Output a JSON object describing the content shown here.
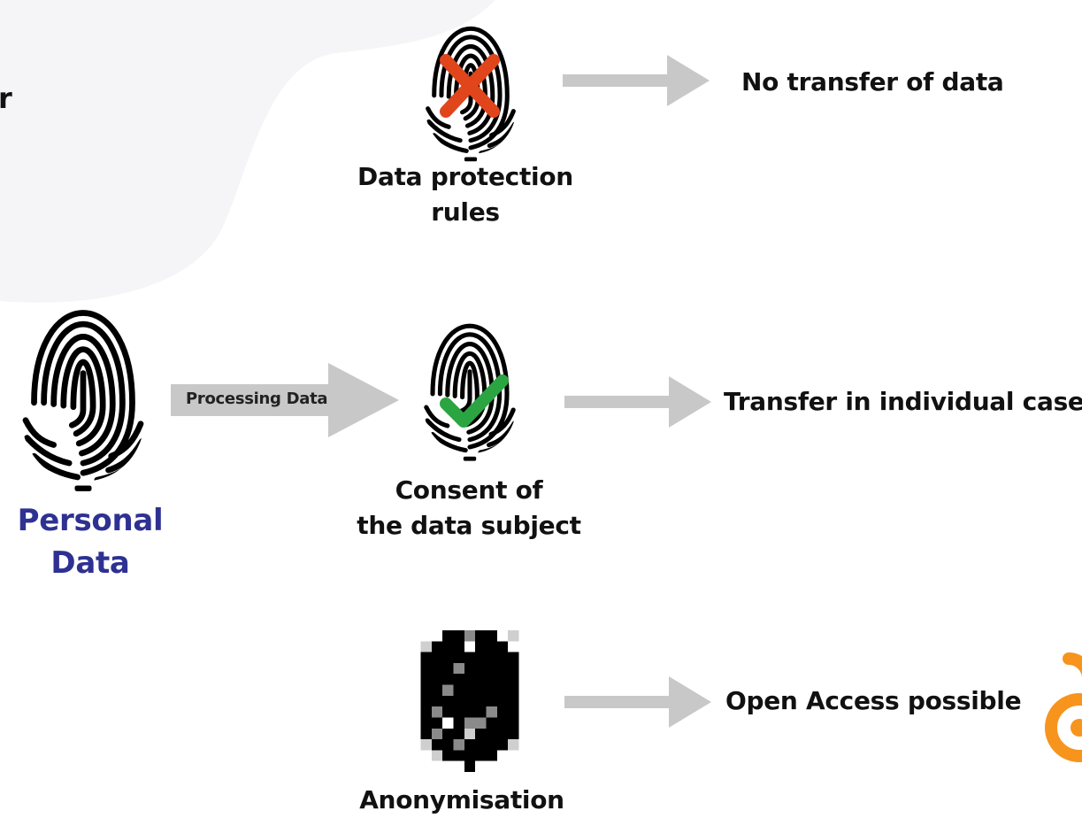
{
  "partial_text_left_edge": "r",
  "source": {
    "label_line1": "Personal",
    "label_line2": "Data",
    "label_color": "#2e3192",
    "icon": "fingerprint-icon"
  },
  "processing_arrow": {
    "label": "Processing Data"
  },
  "branches": [
    {
      "id": "protection",
      "icon": "fingerprint-icon",
      "overlay_icon": "cross-icon",
      "overlay_color": "#e0451c",
      "label_lines": [
        "Data protection",
        "rules"
      ],
      "outcome": "No transfer of data"
    },
    {
      "id": "consent",
      "icon": "fingerprint-icon",
      "overlay_icon": "check-icon",
      "overlay_color": "#2aa542",
      "label_lines": [
        "Consent of",
        "the data subject"
      ],
      "outcome": "Transfer in individual cases"
    },
    {
      "id": "anonymisation",
      "icon": "pixelated-fingerprint-icon",
      "label_lines": [
        "Anonymisation"
      ],
      "outcome": "Open Access possible",
      "outcome_icon": "open-access-icon",
      "outcome_icon_color": "#f7941d"
    }
  ],
  "colors": {
    "arrow": "#c8c8c8",
    "background_blob": "#f5f5f7",
    "text": "#111111"
  }
}
